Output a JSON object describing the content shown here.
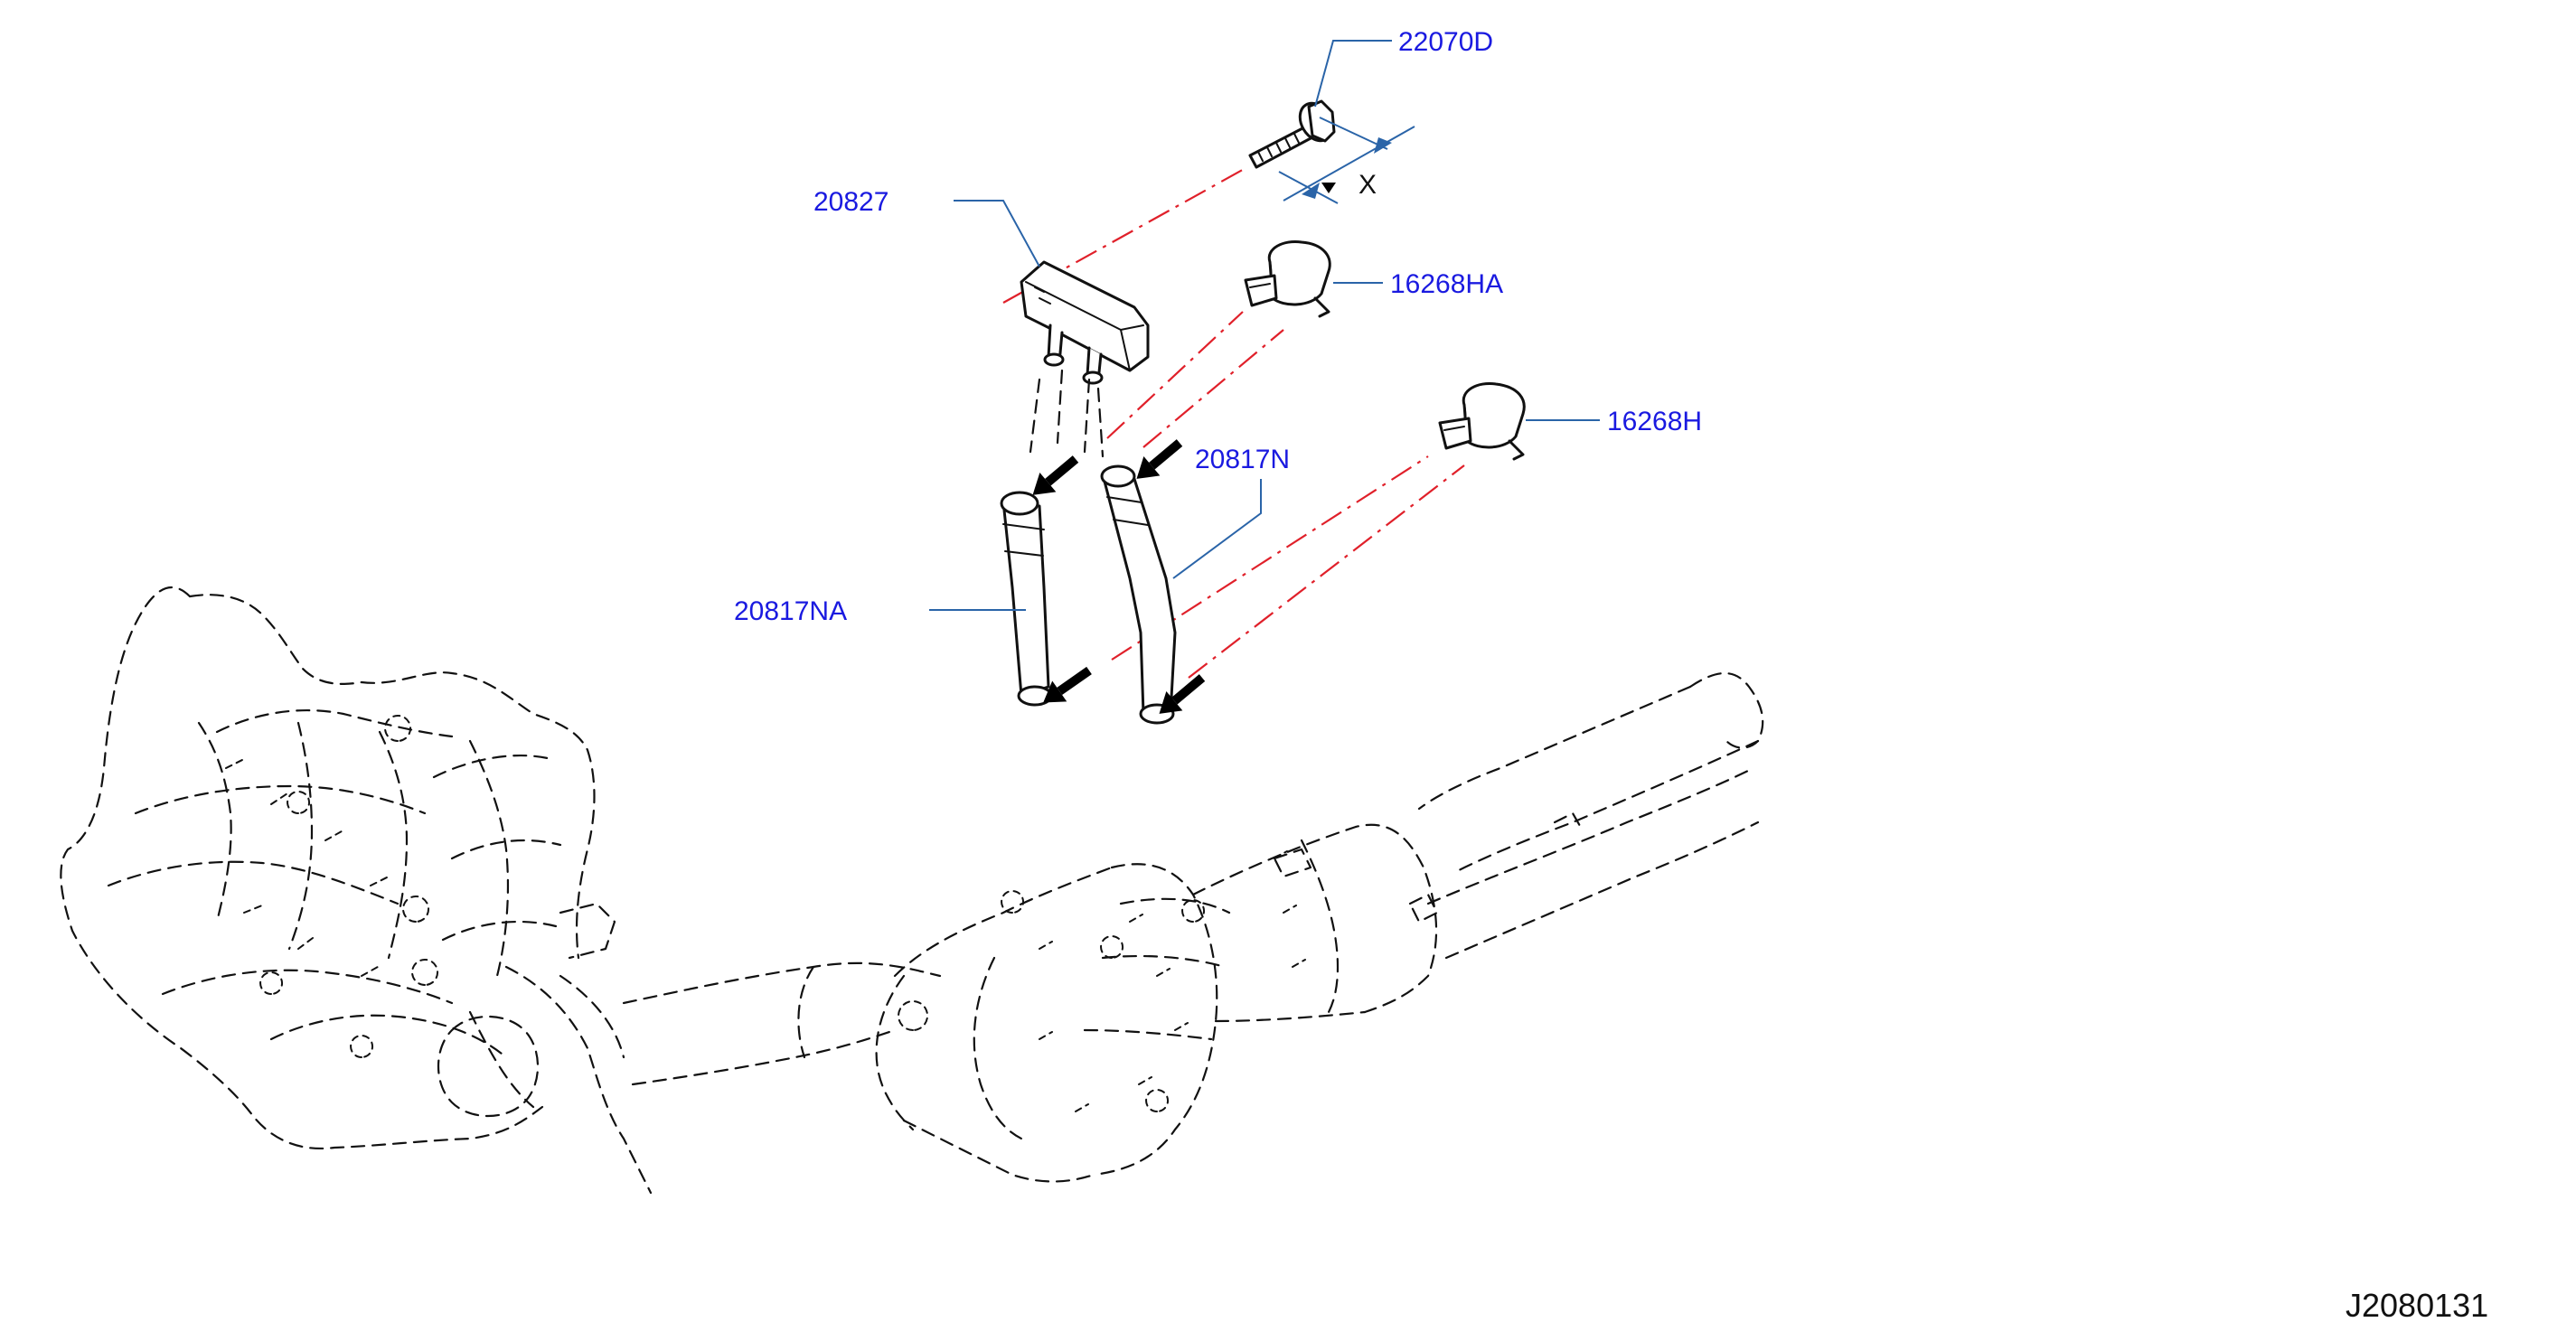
{
  "callouts": {
    "bolt": "22070D",
    "sensor": "20827",
    "clamp_upper": "16268HA",
    "clamp_lower": "16268H",
    "hose_right": "20817N",
    "hose_left": "20817NA"
  },
  "dimension_label": "X",
  "diagram_id": "J2080131",
  "colors": {
    "label": "#1a1ae0",
    "leader": "#2a64a8",
    "assembly_line": "#e0202a",
    "linework": "#111111"
  }
}
